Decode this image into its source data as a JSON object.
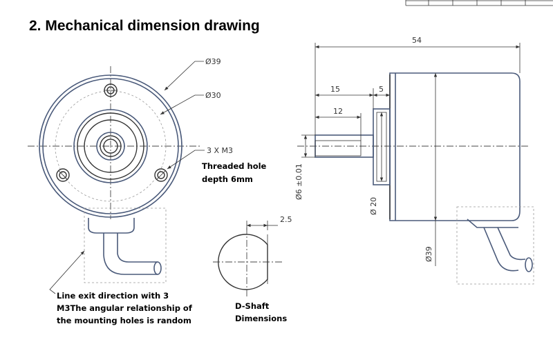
{
  "title": "2. Mechanical dimension drawing",
  "front_view": {
    "dia_outer": "Ø39",
    "dia_bolt": "Ø30",
    "holes": "3 X M3",
    "thread_note": [
      "Threaded hole",
      "depth 6mm"
    ],
    "exit_note": [
      "Line exit direction with 3",
      "M3The angular relationship of",
      "the mounting holes is random"
    ]
  },
  "d_shaft": {
    "dim": "2.5",
    "label": [
      "D-Shaft",
      "Dimensions"
    ]
  },
  "side_view": {
    "overall": "54",
    "pilot_length": "15",
    "flange_thick": "5",
    "shaft_length": "12",
    "shaft_dia": "Ø6 ±0.01",
    "pilot_dia": "Ø 20",
    "body_dia": "Ø39"
  }
}
